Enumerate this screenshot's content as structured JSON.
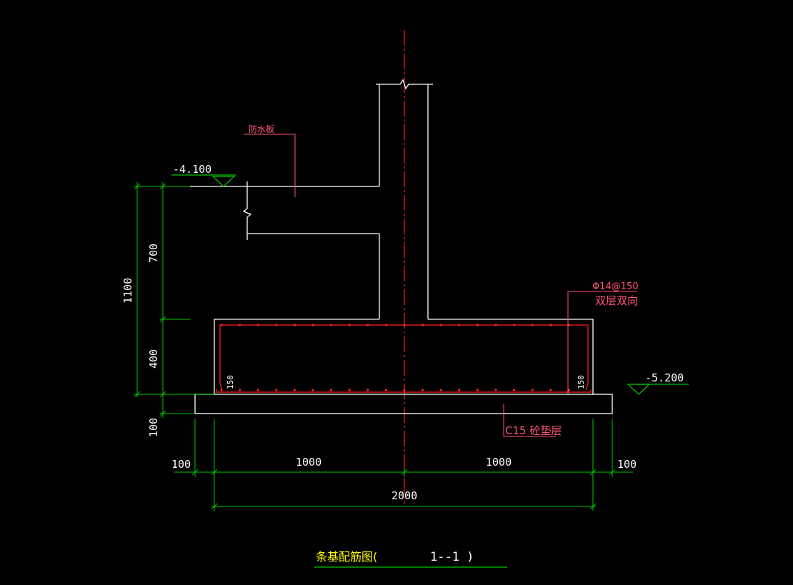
{
  "title": {
    "main": "条基配筋图(",
    "number": "1--1 )"
  },
  "labels": {
    "waterproof": "防水板",
    "rebar_spec": "Φ14@150",
    "rebar_note": "双层双向",
    "cushion": "C15  砼垫层",
    "cover_left": "150",
    "cover_right": "150"
  },
  "elevations": {
    "top": "-4.100",
    "bottom": "-5.200"
  },
  "dimensions": {
    "v_total": "1100",
    "v_upper": "700",
    "v_lower": "400",
    "v_cushion": "100",
    "h_left_offset": "100",
    "h_left_half": "1000",
    "h_right_half": "1000",
    "h_right_offset": "100",
    "h_total": "2000"
  },
  "colors": {
    "background": "#000000",
    "outline": "#ffffff",
    "rebar": "#ff2020",
    "dimension": "#00c800",
    "annotation": "#ff5577",
    "title": "#ffff00"
  }
}
